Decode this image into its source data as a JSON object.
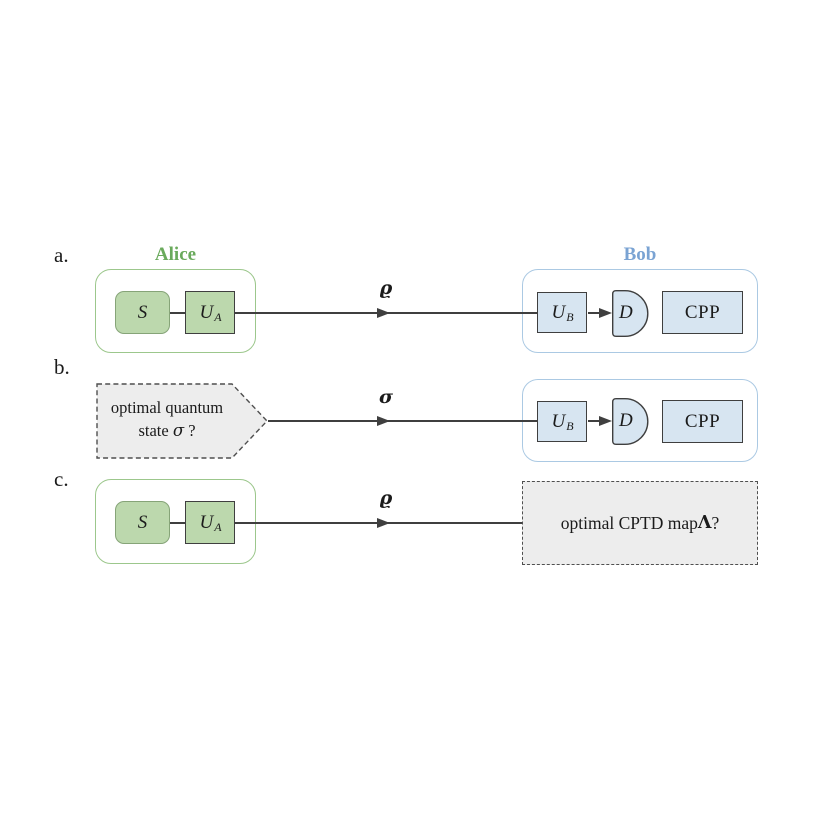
{
  "colors": {
    "green_fill": "#bcd8ad",
    "green_border": "#86a478",
    "green_outline": "#9cc78c",
    "alice_label": "#6aaa5c",
    "blue_fill": "#d7e5f1",
    "blue_outline": "#abc9e3",
    "bob_label": "#7aa3d3",
    "box_border": "#3f3f3f",
    "line": "#3f3f3f",
    "dashed_fill": "#ededed",
    "dashed_border": "#4f4f4f"
  },
  "rows": {
    "a": {
      "label": "a.",
      "alice_title": "Alice",
      "bob_title": "Bob",
      "channel_symbol": "ϱ",
      "source_label": "S",
      "alice_unitary_base": "U",
      "alice_unitary_sub": "A",
      "bob_unitary_base": "U",
      "bob_unitary_sub": "B",
      "detector_label": "D",
      "processor_label": "CPP"
    },
    "b": {
      "label": "b.",
      "channel_symbol": "σ",
      "question_line1": "optimal quantum",
      "question_line2_pre": "state ",
      "question_line2_symbol": "σ",
      "question_line2_post": " ?",
      "bob_unitary_base": "U",
      "bob_unitary_sub": "B",
      "detector_label": "D",
      "processor_label": "CPP"
    },
    "c": {
      "label": "c.",
      "channel_symbol": "ϱ",
      "source_label": "S",
      "alice_unitary_base": "U",
      "alice_unitary_sub": "A",
      "question_pre": "optimal CPTD map ",
      "question_symbol": "Λ",
      "question_post": "?"
    }
  }
}
